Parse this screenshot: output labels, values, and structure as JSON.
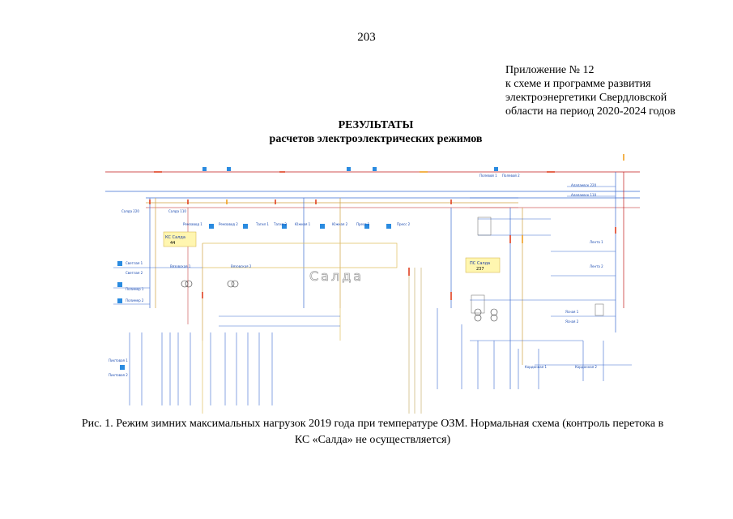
{
  "page_number": "203",
  "appendix": {
    "line1": "Приложение № 12",
    "line2": "к схеме и программе развития",
    "line3": "электроэнергетики Свердловской",
    "line4": "области на период 2020-2024 годов"
  },
  "title": "РЕЗУЛЬТАТЫ",
  "subtitle": "расчетов электроэлектрических режимов",
  "diagram": {
    "center_label": "Салда",
    "box_left_name": "КС Салда",
    "box_left_value": "44",
    "box_right_name": "ПС Салда",
    "box_right_value": "237",
    "substations": {
      "s1": "Салда 220",
      "s2": "Салда 110",
      "s3": "Ремзавод 1",
      "s4": "Ремзавод 2",
      "s5": "Тагил 1",
      "s6": "Тагил 2",
      "s7": "Южная 1",
      "s8": "Южная 2",
      "s9": "Пресс 1",
      "s10": "Пресс 2",
      "s11": "Полевой 1",
      "s12": "Полевой 2",
      "s13": "Алапаевск 220",
      "s14": "Алапаевск 110",
      "s15": "Лента 1",
      "s16": "Лента 2",
      "s17": "Ясная 1",
      "s18": "Ясная 2",
      "s19": "Вязовская 1",
      "s20": "Вязовская 2",
      "s21": "Светлая 1",
      "s22": "Светлая 2",
      "s23": "Полимер 1",
      "s24": "Полимер 2",
      "s25": "Пихтовая 1",
      "s26": "Пихтовая 2",
      "s27": "Кордонная 1",
      "s28": "Кордонная 2"
    }
  },
  "caption_line1": "Рис. 1. Режим зимних максимальных нагрузок 2019 года при температуре ОЗМ. Нормальная схема (контроль перетока в",
  "caption_line2": "КС «Салда» не осуществляется)"
}
